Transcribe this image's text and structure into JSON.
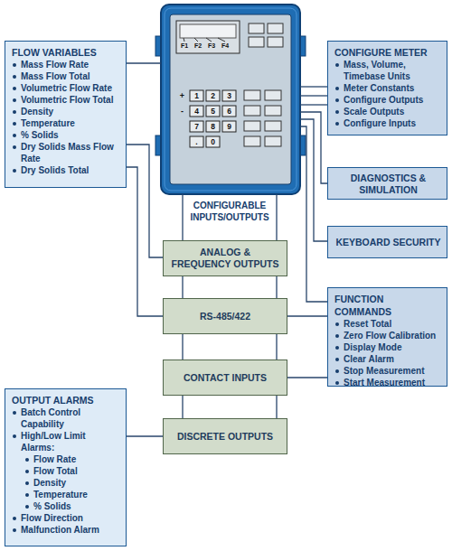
{
  "diagram": {
    "nodes": [
      {
        "text": [
          "FLOW VARIABLES",
          "Mass Flow Rate",
          "Mass Flow Total",
          "Volumetric Flow Rate",
          "Volumetric Flow Total",
          "Density",
          "Temperature",
          "% Solids",
          "Dry Solids Mass Flow Rate",
          "Dry Solids Total"
        ]
      },
      {
        "text": [
          "F1",
          "F2",
          "F3",
          "F4",
          "+",
          "1",
          "2",
          "3",
          "-",
          "4",
          "5",
          "6",
          "7",
          "8",
          "9",
          ".",
          "0"
        ]
      },
      {
        "text": [
          "CONFIGURE METER",
          "Mass, Volume, Timebase Units",
          "Meter Constants",
          "Configure Outputs",
          "Scale Outputs",
          "Configure Inputs"
        ]
      },
      {
        "text": [
          "DIAGNOSTICS & SIMULATION"
        ]
      },
      {
        "text": [
          "KEYBOARD SECURITY"
        ]
      },
      {
        "text": [
          "ANALOG & FREQUENCY OUTPUTS"
        ]
      },
      {
        "text": [
          "RS-485/422"
        ]
      },
      {
        "text": [
          "FUNCTION COMMANDS",
          "Reset Total",
          "Zero Flow Calibration",
          "Display Mode",
          "Clear Alarm",
          "Stop Measurement",
          "Start Measurement"
        ]
      },
      {
        "text": [
          "CONTACT INPUTS"
        ]
      },
      {
        "text": [
          "OUTPUT ALARMS",
          "Batch Control Capability",
          "High/Low Limit Alarms:",
          "Flow Rate",
          "Flow Total",
          "Density",
          "Temperature",
          "% Solids",
          "Flow Direction",
          "Malfunction Alarm"
        ]
      },
      {
        "text": [
          "DISCRETE OUTPUTS"
        ]
      }
    ],
    "edges": [
      {
        "from": 0,
        "to": 1,
        "arrow": "none"
      },
      {
        "from": 0,
        "to": 5,
        "arrow": "none"
      },
      {
        "from": 0,
        "to": 6,
        "arrow": "none"
      },
      {
        "from": 1,
        "to": 2,
        "arrow": "none"
      },
      {
        "from": 1,
        "to": 2,
        "arrow": "none"
      },
      {
        "from": 1,
        "to": 2,
        "arrow": "none"
      },
      {
        "from": 1,
        "to": 3,
        "arrow": "none"
      },
      {
        "from": 1,
        "to": 4,
        "arrow": "none"
      },
      {
        "from": 1,
        "to": 7,
        "arrow": "none"
      },
      {
        "from": 1,
        "to": 5,
        "arrow": "none"
      },
      {
        "from": 1,
        "to": 5,
        "arrow": "none"
      },
      {
        "from": 5,
        "to": 6,
        "arrow": "none"
      },
      {
        "from": 5,
        "to": 6,
        "arrow": "none"
      },
      {
        "from": 6,
        "to": 8,
        "arrow": "none"
      },
      {
        "from": 6,
        "to": 8,
        "arrow": "none"
      },
      {
        "from": 8,
        "to": 10,
        "arrow": "none"
      },
      {
        "from": 8,
        "to": 10,
        "arrow": "none"
      },
      {
        "from": 6,
        "to": 7,
        "arrow": "none"
      },
      {
        "from": 8,
        "to": 7,
        "arrow": "none"
      },
      {
        "from": 9,
        "to": 10,
        "arrow": "none"
      }
    ],
    "labels": [
      "CONFIGURABLE INPUTS/OUTPUTS"
    ]
  }
}
